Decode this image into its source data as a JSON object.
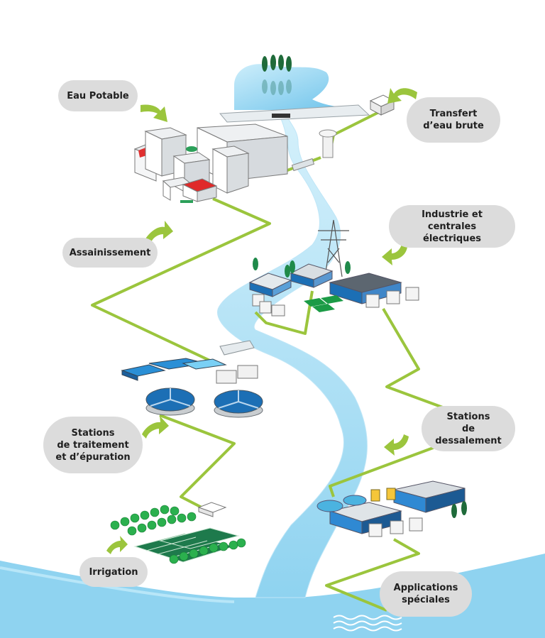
{
  "labels": {
    "eau_potable": [
      "Eau Potable"
    ],
    "transfert": [
      "Transfert",
      "d’eau brute"
    ],
    "assainissement": [
      "Assainissement"
    ],
    "industrie": [
      "Industrie et centrales",
      "électriques"
    ],
    "stations_traitement": [
      "Stations",
      "de traitement",
      "et d’épuration"
    ],
    "stations_dessalement": [
      "Stations",
      "de dessalement"
    ],
    "irrigation": [
      "Irrigation"
    ],
    "applications": [
      "Applications",
      "spéciales"
    ]
  },
  "colors": {
    "water": "#8fd3f0",
    "water_dark": "#4bb3e0",
    "pipeline": "#9bc53d",
    "arrow": "#9bc53d",
    "pill": "#dcdcdc",
    "building_blue": "#1c6fb5",
    "roof_red": "#e02a2a",
    "tree": "#14a85a",
    "field": "#1e7a4c"
  }
}
